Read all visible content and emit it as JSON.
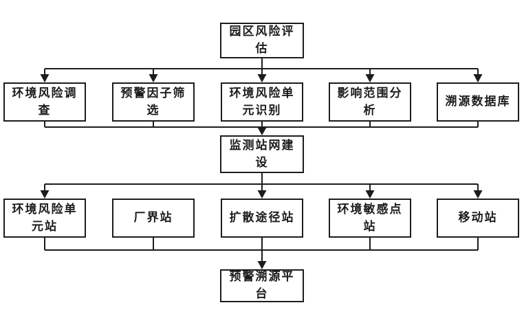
{
  "diagram": {
    "type": "flowchart",
    "background_color": "#ffffff",
    "line_color": "#1c1c1c",
    "box_border_color": "#1c1c1c",
    "text_color": "#1c1c1c",
    "nodes": {
      "top": {
        "label": "园区风险评估"
      },
      "row2": [
        {
          "label": "环境风险调查"
        },
        {
          "label": "预警因子筛选"
        },
        {
          "label": "环境风险单元识别"
        },
        {
          "label": "影响范围分析"
        },
        {
          "label": "溯源数据库"
        }
      ],
      "middle": {
        "label": "监测站网建设"
      },
      "row4": [
        {
          "label": "环境风险单元站"
        },
        {
          "label": "厂界站"
        },
        {
          "label": "扩散途径站"
        },
        {
          "label": "环境敏感点站"
        },
        {
          "label": "移动站"
        }
      ],
      "bottom": {
        "label": "预警溯源平台"
      }
    }
  }
}
